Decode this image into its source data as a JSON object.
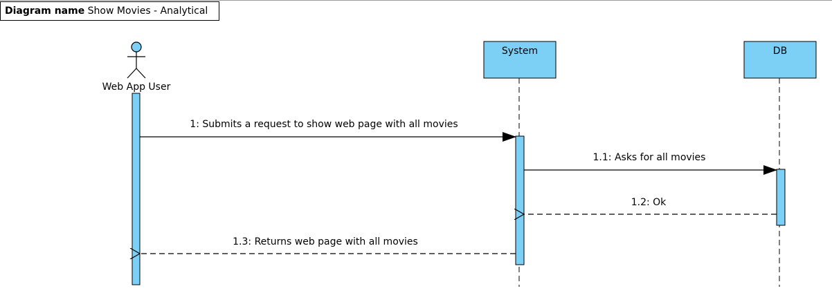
{
  "diagram": {
    "name_label": "Diagram name",
    "name": "Show Movies - Analytical"
  },
  "actor": {
    "name": "Web App User",
    "color": "#7ccff5"
  },
  "lifelines": [
    {
      "name": "System",
      "color": "#7ccff5"
    },
    {
      "name": "DB",
      "color": "#7ccff5"
    }
  ],
  "messages": [
    {
      "label": "1: Submits a request to show web page with all movies",
      "kind": "sync"
    },
    {
      "label": "1.1: Asks for all movies",
      "kind": "sync"
    },
    {
      "label": "1.2: Ok",
      "kind": "return"
    },
    {
      "label": "1.3: Returns web page with all movies",
      "kind": "return"
    }
  ]
}
